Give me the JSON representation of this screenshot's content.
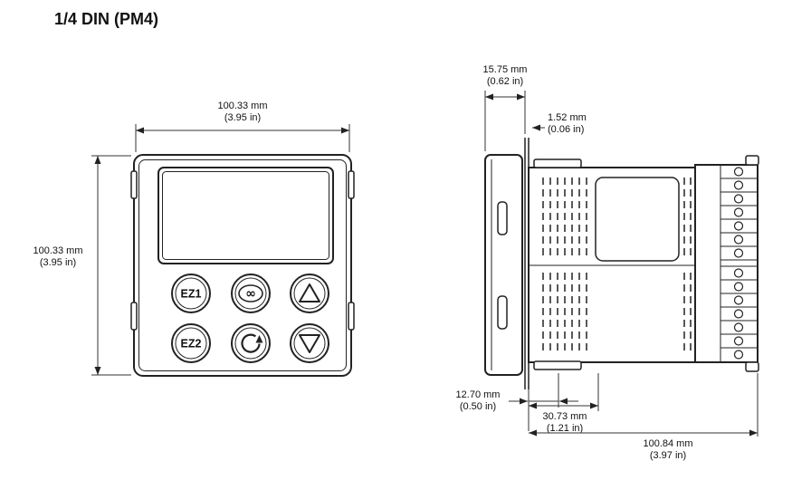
{
  "title": "1/4 DIN (PM4)",
  "buttons": {
    "ez1": "EZ1",
    "ez2": "EZ2",
    "infinity": "∞"
  },
  "icons": {
    "up_key": "triangle-up-icon",
    "down_key": "triangle-down-icon",
    "advance_key": "circular-arrow-icon",
    "infinity_key": "infinity-icon"
  },
  "dims": {
    "front_width": {
      "mm": "100.33 mm",
      "in": "(3.95 in)"
    },
    "front_height": {
      "mm": "100.33 mm",
      "in": "(3.95 in)"
    },
    "bezel_depth": {
      "mm": "15.75 mm",
      "in": "(0.62 in)"
    },
    "panel_thickness": {
      "mm": "1.52 mm",
      "in": "(0.06 in)"
    },
    "clip_depth": {
      "mm": "12.70 mm",
      "in": "(0.50 in)"
    },
    "front_depth": {
      "mm": "30.73 mm",
      "in": "(1.21 in)"
    },
    "total_depth": {
      "mm": "100.84 mm",
      "in": "(3.97 in)"
    }
  },
  "colors": {
    "line": "#222222",
    "background": "#ffffff"
  }
}
